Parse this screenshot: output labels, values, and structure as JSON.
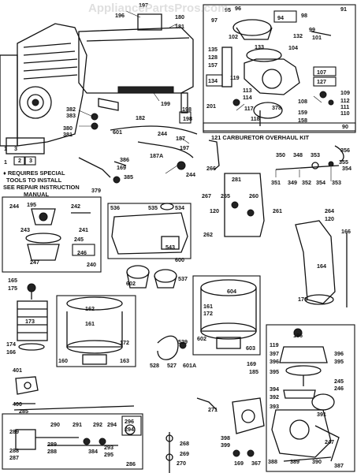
{
  "watermark": "AppliancePartsPros.com",
  "notes": {
    "line1": "♦ REQUIRES SPECIAL",
    "line2": "TOOLS TO INSTALL",
    "line3": "SEE REPAIR INSTRUCTION",
    "line4": "MANUAL",
    "carburetor_kit": "121 CARBURETOR OVERHAUL KIT"
  },
  "box_labels": {
    "box_91": "91",
    "box_90": "90",
    "box_107": "107",
    "box_127": "127",
    "box_134": "134",
    "box_198": "198",
    "box_240": "240",
    "box_246": "246",
    "box_536": "536",
    "box_543": "543",
    "box_603": "603",
    "box_286": "286",
    "box_296": "296",
    "box_387": "387",
    "box_2": "2",
    "box_3": "3"
  },
  "part_labels": [
    "197",
    "196",
    "180",
    "181",
    "199",
    "182",
    "187",
    "198",
    "380",
    "381",
    "382",
    "383",
    "244",
    "601",
    "187A",
    "386",
    "169",
    "385",
    "379",
    "1",
    "2",
    "3",
    "95",
    "96",
    "97",
    "102",
    "94",
    "98",
    "99",
    "132",
    "101",
    "133",
    "104",
    "135",
    "128",
    "157",
    "119",
    "107",
    "127",
    "110",
    "109",
    "112",
    "113",
    "114",
    "378",
    "111",
    "117",
    "118",
    "159",
    "158",
    "201",
    "108",
    "350",
    "348",
    "353",
    "356",
    "351",
    "349",
    "352",
    "354",
    "355",
    "281",
    "266",
    "244",
    "267",
    "265",
    "260",
    "120",
    "262",
    "261",
    "264",
    "120",
    "166",
    "164",
    "176",
    "195",
    "244",
    "243",
    "242",
    "241",
    "245",
    "247",
    "534",
    "535",
    "600",
    "602",
    "537",
    "604",
    "161",
    "172",
    "602",
    "603",
    "165",
    "175",
    "173",
    "174",
    "166",
    "162",
    "161",
    "172",
    "160",
    "163",
    "529",
    "528",
    "527",
    "601A",
    "401",
    "400",
    "285",
    "186",
    "119",
    "397",
    "396",
    "395",
    "394",
    "392",
    "393",
    "391",
    "245",
    "246",
    "247",
    "169",
    "185",
    "290",
    "291",
    "292",
    "294",
    "289",
    "288",
    "287",
    "384",
    "293",
    "295",
    "270",
    "271",
    "268",
    "269",
    "398",
    "399",
    "367",
    "388",
    "389",
    "390"
  ]
}
